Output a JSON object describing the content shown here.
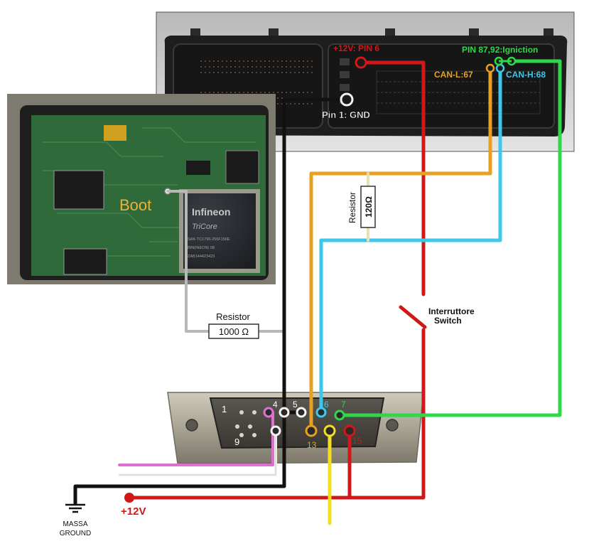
{
  "ecu": {
    "pin_12v": "+12V: PIN 6",
    "pin_gnd": "Pin 1: GND",
    "pin_ign": "PIN 87,92:Igniction",
    "can_l": "CAN-L:67",
    "can_h": "CAN-H:68"
  },
  "board": {
    "boot_label": "Boot",
    "chip_brand": "Infineon",
    "chip_model": "TriCore",
    "chip_line1": "SAK-TC1796-256F150E",
    "chip_line2": "BIN(INEON) 08",
    "chip_line3": "ZAB144423423"
  },
  "components": {
    "resistor_label": "Resistor",
    "resistor_1000": "1000 Ω",
    "resistor_120": "120Ω",
    "switch_it": "Interruttore",
    "switch_en": "Switch"
  },
  "connector": {
    "pins": [
      "1",
      "4",
      "5",
      "6",
      "7",
      "9",
      "13",
      "15"
    ]
  },
  "supply": {
    "plus12v": "+12V",
    "ground_it": "MASSA",
    "ground_en": "GROUND"
  },
  "colors": {
    "red": "#d01818",
    "black": "#111111",
    "orange": "#e8a020",
    "cyan": "#3cc8e8",
    "green": "#2ed84a",
    "pink": "#e070d0",
    "yellow": "#f2e020",
    "grey": "#b8b8b8",
    "white": "#f4f4f4"
  }
}
